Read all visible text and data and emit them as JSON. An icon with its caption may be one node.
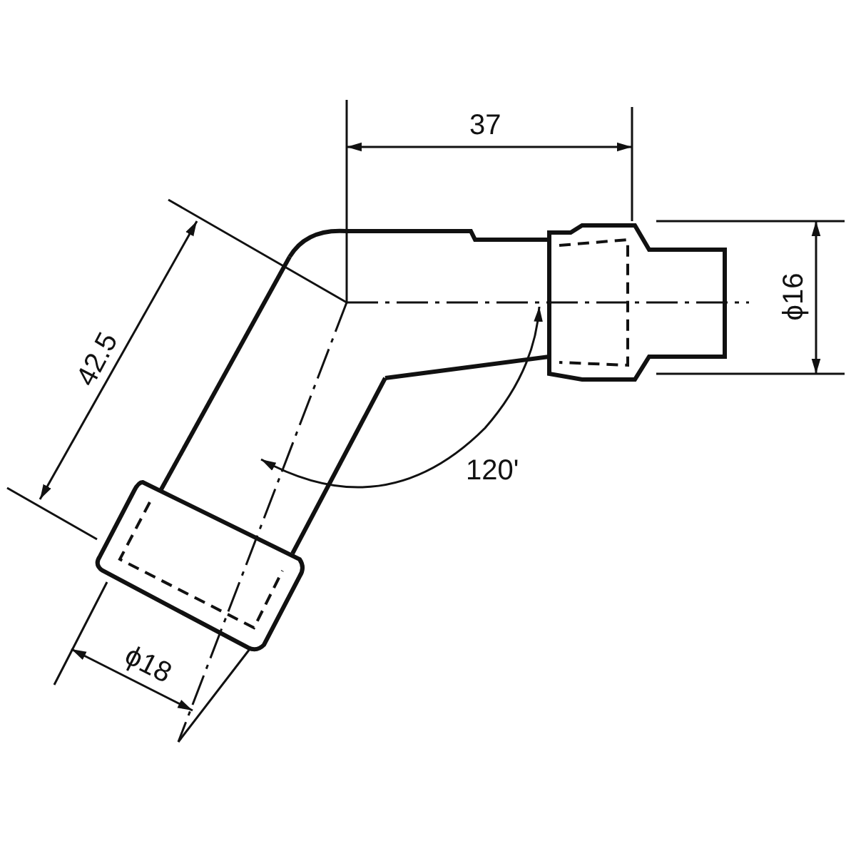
{
  "diagram": {
    "labels": [
      "37",
      "ϕ16",
      "42.5",
      "120'",
      "ϕ18"
    ]
  }
}
